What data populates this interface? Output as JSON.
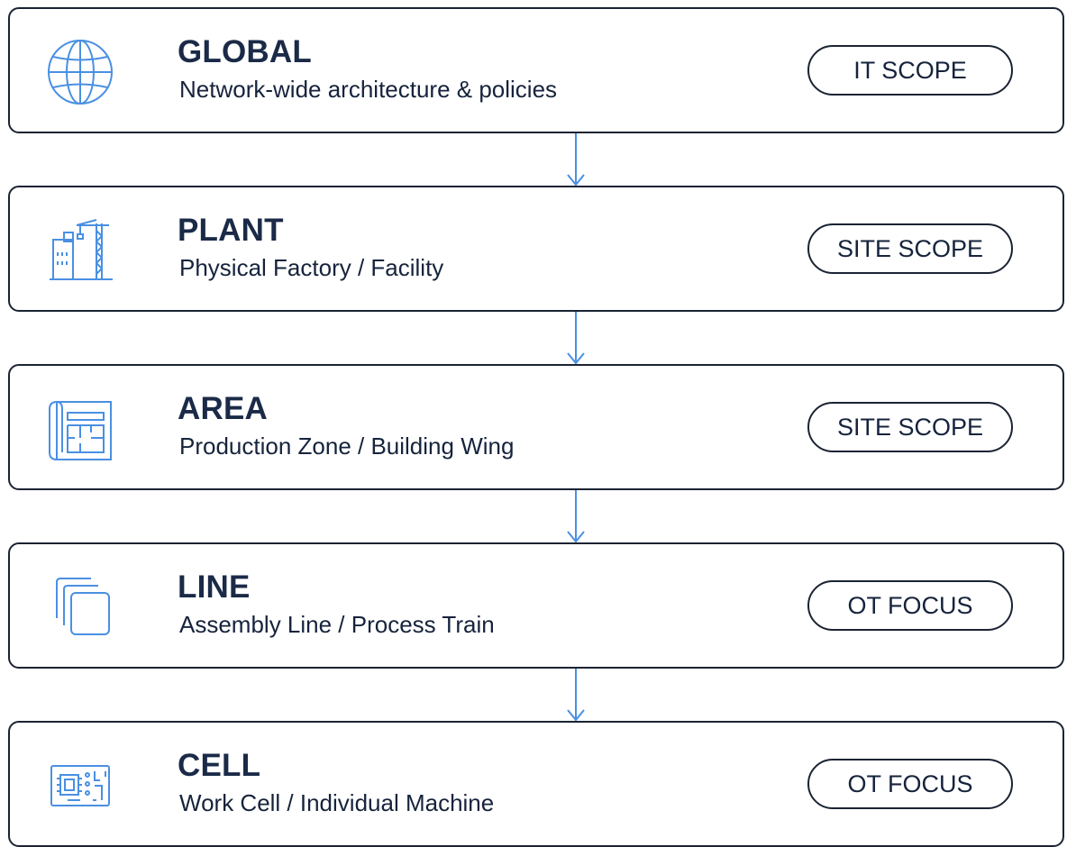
{
  "levels": [
    {
      "title": "GLOBAL",
      "subtitle": "Network-wide architecture & policies",
      "scope": "IT SCOPE",
      "icon": "globe-icon"
    },
    {
      "title": "PLANT",
      "subtitle": "Physical Factory / Facility",
      "scope": "SITE SCOPE",
      "icon": "building-crane-icon"
    },
    {
      "title": "AREA",
      "subtitle": "Production Zone / Building Wing",
      "scope": "SITE SCOPE",
      "icon": "floor-plan-icon"
    },
    {
      "title": "LINE",
      "subtitle": "Assembly Line / Process Train",
      "scope": "OT FOCUS",
      "icon": "stacked-layers-icon"
    },
    {
      "title": "CELL",
      "subtitle": "Work Cell / Individual Machine",
      "scope": "OT FOCUS",
      "icon": "circuit-board-icon"
    }
  ],
  "colors": {
    "accent": "#4a90e2",
    "text": "#1a2a47",
    "border": "#1b2333"
  }
}
